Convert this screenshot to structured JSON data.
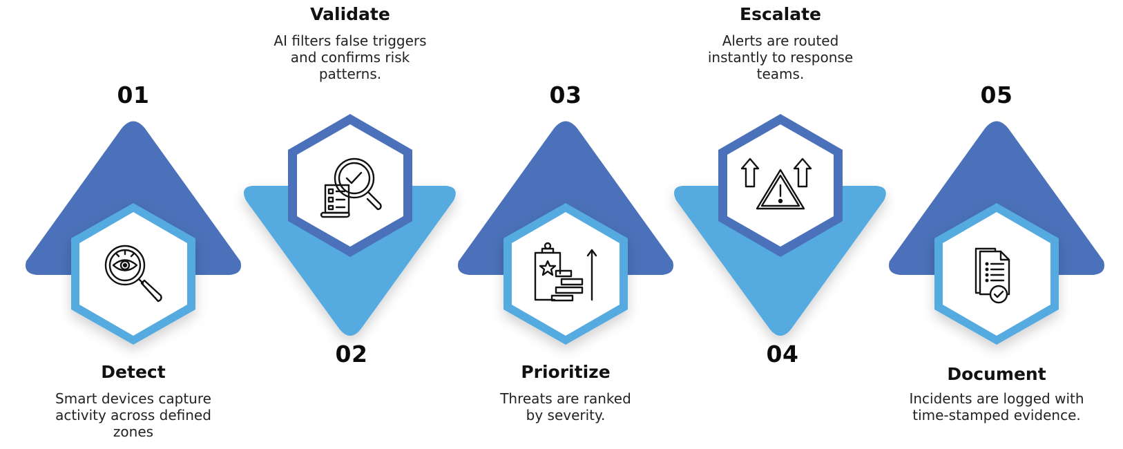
{
  "colors": {
    "dark_blue": "#4a71b9",
    "light_blue": "#55aadf",
    "icon": "#111111"
  },
  "steps": [
    {
      "number": "01",
      "title": "Detect",
      "description": "Smart devices capture activity across defined zones",
      "icon": "eye-magnifier-icon",
      "orientation": "up"
    },
    {
      "number": "02",
      "title": "Validate",
      "description": "AI filters false triggers and confirms risk patterns.",
      "icon": "checklist-magnifier-icon",
      "orientation": "down"
    },
    {
      "number": "03",
      "title": "Prioritize",
      "description": "Threats are ranked by severity.",
      "icon": "clipboard-ranking-icon",
      "orientation": "up"
    },
    {
      "number": "04",
      "title": "Escalate",
      "description": "Alerts are routed instantly to response teams.",
      "icon": "warning-arrows-icon",
      "orientation": "down"
    },
    {
      "number": "05",
      "title": "Document",
      "description": "Incidents are logged with time-stamped evidence.",
      "icon": "documents-check-icon",
      "orientation": "up"
    }
  ]
}
